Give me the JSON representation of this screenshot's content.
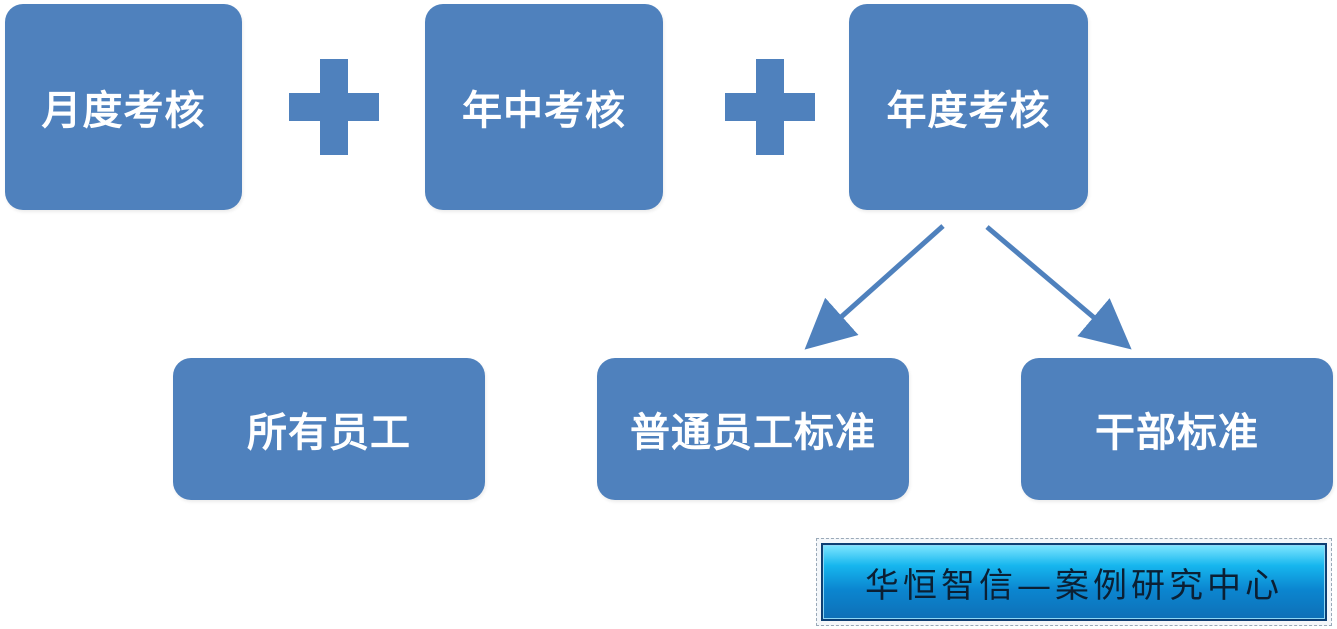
{
  "diagram": {
    "top_row": [
      {
        "label": "月度考核"
      },
      {
        "label": "年中考核"
      },
      {
        "label": "年度考核"
      }
    ],
    "bottom_row": [
      {
        "label": "所有员工"
      },
      {
        "label": "普通员工标准"
      },
      {
        "label": "干部标准"
      }
    ],
    "operators": [
      "+",
      "+"
    ]
  },
  "colors": {
    "box_fill": "#4f81bd",
    "box_text": "#ffffff",
    "arrow": "#4f81bd"
  },
  "banner": {
    "text": "华恒智信—案例研究中心"
  }
}
